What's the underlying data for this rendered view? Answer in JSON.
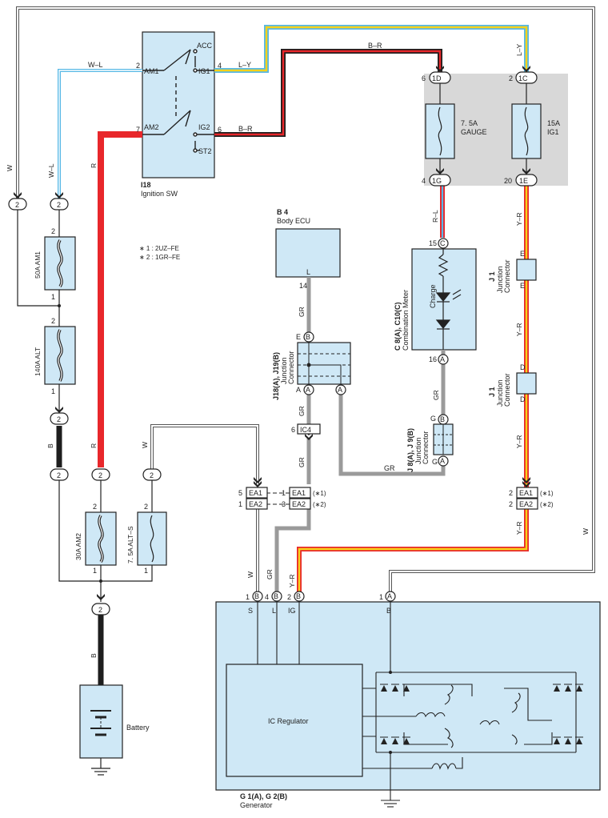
{
  "ignition": {
    "code": "I18",
    "name": "Ignition SW",
    "terminals": {
      "acc": "ACC",
      "am1": "AM1",
      "ig1": "IG1",
      "am2": "AM2",
      "ig2": "IG2",
      "st2": "ST2"
    },
    "pins": {
      "am1": "2",
      "ig1": "4",
      "am2": "7",
      "ig2": "6"
    }
  },
  "wires": {
    "wl": "W–L",
    "ly": "L–Y",
    "br": "B–R",
    "r": "R",
    "w": "W",
    "b": "B",
    "rl": "R–L",
    "yr": "Y–R",
    "gr": "GR"
  },
  "fuses": {
    "am1": "50A AM1",
    "alt": "140A ALT",
    "am2": "30A AM2",
    "alts": "7. 5A ALT–S",
    "gauge": [
      "7. 5A",
      "GAUGE"
    ],
    "ig1": [
      "15A",
      "IG1"
    ]
  },
  "pins": {
    "p1": "1",
    "p2": "2",
    "p3": "3",
    "p4": "4",
    "p5": "5",
    "p6": "6",
    "p14": "14",
    "p15": "15",
    "p16": "16",
    "p20": "20"
  },
  "connectors": {
    "c1D": "1D",
    "c1C": "1C",
    "c1G": "1G",
    "c1E": "1E",
    "cA": "A",
    "cB": "B",
    "cC": "C",
    "cD": "D",
    "cE": "E",
    "cG": "G",
    "ea1": "EA1",
    "ea2": "EA2",
    "ic4": "IC4"
  },
  "notes": {
    "n1": "∗ 1 : 2UZ–FE",
    "n2": "∗ 2 : 1GR–FE",
    "s1": "(∗1)",
    "s2": "(∗2)"
  },
  "body_ecu": {
    "code": "B 4",
    "name": "Body ECU",
    "terminal": "L"
  },
  "junction_j18": {
    "code": "J18(A), J19(B)",
    "line1": "Junction",
    "line2": "Connector"
  },
  "junction_j8": {
    "code": "J 8(A), J 9(B)",
    "line1": "Junction",
    "line2": "Connector"
  },
  "junction_j1": {
    "code": "J 1",
    "line1": "Junction",
    "line2": "Connector"
  },
  "meter": {
    "code": "C 8(A), C10(C)",
    "name": "Combination Meter",
    "lamp": "Charge"
  },
  "battery": {
    "name": "Battery"
  },
  "generator": {
    "code": "G 1(A), G 2(B)",
    "name": "Generator",
    "regulator": "IC Regulator",
    "terminals": {
      "s": "S",
      "l": "L",
      "ig": "IG",
      "b": "B"
    }
  },
  "colors": {
    "red": "#e8272b",
    "blue": "#57b8e6",
    "yellow": "#f7d21a",
    "gray": "#9a9a9a",
    "black": "#1e1e1e",
    "panel": "#cfe8f6",
    "shade": "#d8d8d8"
  }
}
